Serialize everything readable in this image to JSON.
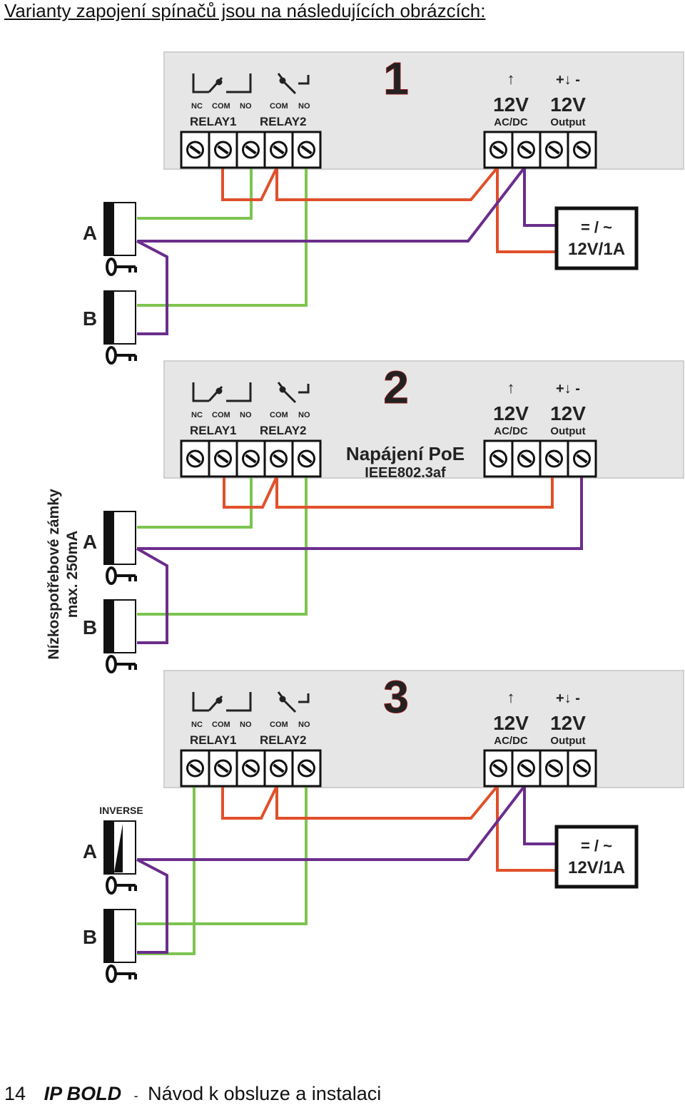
{
  "heading": "Varianty zapojení spínačů jsou na následujících obrázcích:",
  "colors": {
    "red": "#e0502a",
    "green": "#7ec450",
    "purple": "#6b2d8c",
    "panel": "#e6e6e6",
    "number": "#e53935",
    "labelA": "#3aa53a",
    "labelB": "#5a3f8f"
  },
  "terminal_labels": {
    "nc": "NC",
    "com": "COM",
    "no": "NO",
    "relay1": "RELAY1",
    "relay2": "RELAY2",
    "v12": "12V",
    "acdc": "AC/DC",
    "output": "Output",
    "arrow_up": "↑",
    "plus_minus": "+↓ -"
  },
  "diagrams": [
    {
      "number": "1",
      "has_psu": true,
      "psu_line1": "= / ~",
      "psu_line2": "12V/1A"
    },
    {
      "number": "2",
      "has_psu": false,
      "poe_line1": "Napájení PoE",
      "poe_line2": "IEEE802.3af"
    },
    {
      "number": "3",
      "has_psu": true,
      "psu_line1": "= / ~",
      "psu_line2": "12V/1A",
      "inverse_label": "INVERSE"
    }
  ],
  "lock_labels": {
    "a": "A",
    "b": "B"
  },
  "side_label": {
    "line1": "Nízkospotřebové zámky",
    "line2": "max. 250mA"
  },
  "footer": {
    "page": "14",
    "product": "IP BOLD",
    "separator": "-",
    "title": "Návod k obsluze a instalaci"
  }
}
